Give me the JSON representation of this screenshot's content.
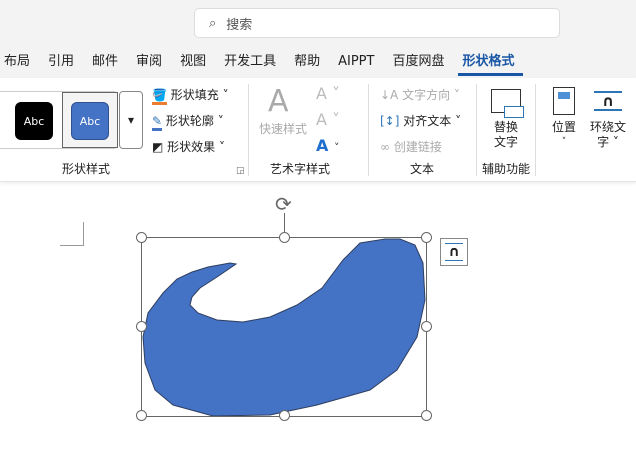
{
  "search": {
    "placeholder": "搜索"
  },
  "tabs": [
    {
      "label": "布局"
    },
    {
      "label": "引用"
    },
    {
      "label": "邮件"
    },
    {
      "label": "审阅"
    },
    {
      "label": "视图"
    },
    {
      "label": "开发工具"
    },
    {
      "label": "帮助"
    },
    {
      "label": "AIPPT"
    },
    {
      "label": "百度网盘"
    },
    {
      "label": "形状格式",
      "active": true
    }
  ],
  "ribbon": {
    "shape_styles": {
      "swatch1": "Abc",
      "swatch2": "Abc",
      "fill": "形状填充",
      "outline": "形状轮廓",
      "effect": "形状效果",
      "group": "形状样式"
    },
    "wordart": {
      "quick": "快速样式",
      "group": "艺术字样式"
    },
    "text": {
      "direction": "文字方向",
      "align": "对齐文本",
      "link": "创建链接",
      "group": "文本"
    },
    "accessibility": {
      "alt1": "替换",
      "alt2": "文字",
      "group": "辅助功能"
    },
    "arrange": {
      "position": "位置",
      "wrap1": "环绕文",
      "wrap2": "字"
    }
  },
  "colors": {
    "accent": "#1a56a6",
    "shape": "#4472c4",
    "fill_bar": "#ed7d31"
  }
}
